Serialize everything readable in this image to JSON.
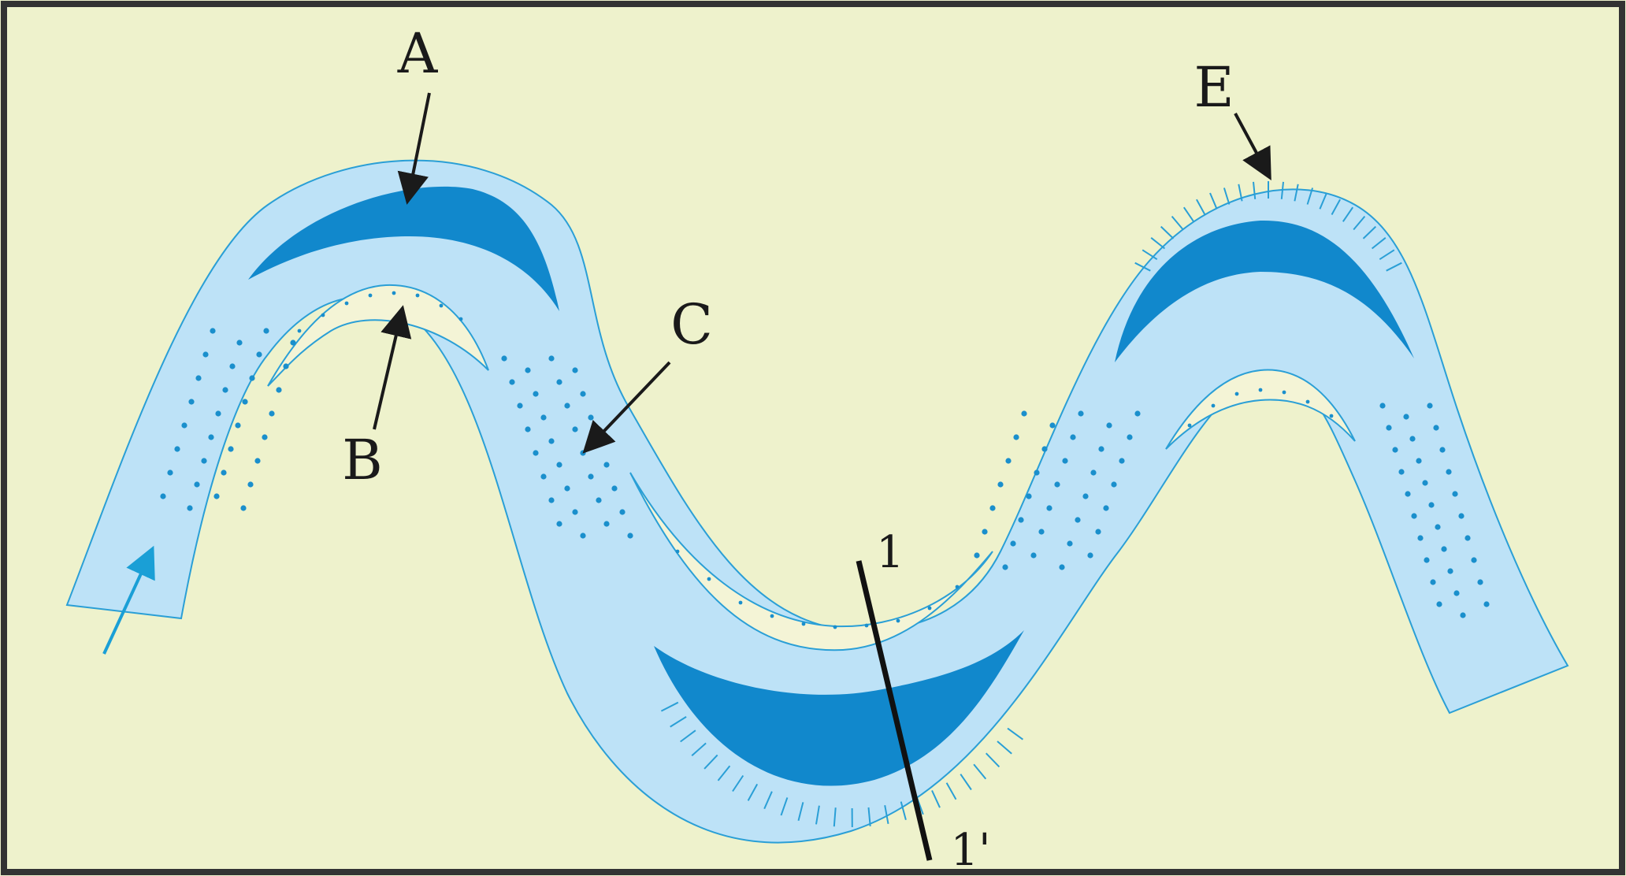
{
  "labels": {
    "A": "A",
    "B": "B",
    "C": "C",
    "E": "E",
    "section_start": "1",
    "section_end": "1'"
  },
  "colors": {
    "background": "#eef2cc",
    "frame": "#333333",
    "river_water": "#bde2f7",
    "river_bank_line": "#2a9fd6",
    "deep_pool": "#1188cc",
    "sand_bar": "#f4f4d6",
    "sediment_dots": "#1a8fcc",
    "flow_arrow": "#1a9fd6",
    "pointer_arrow": "#1a1a1a",
    "section_line": "#111111"
  }
}
